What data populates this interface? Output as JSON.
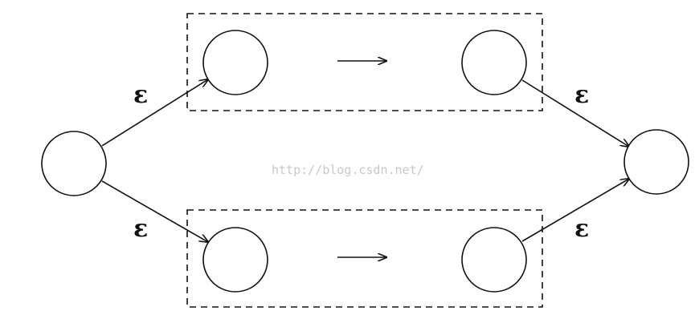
{
  "diagram": {
    "labels": {
      "epsilon_top_left": "ε",
      "epsilon_bottom_left": "ε",
      "epsilon_top_right": "ε",
      "epsilon_bottom_right": "ε"
    },
    "watermark": "http://blog.csdn.net/",
    "colors": {
      "stroke": "#111111",
      "background": "#ffffff",
      "watermark": "#c8c8c8"
    }
  }
}
